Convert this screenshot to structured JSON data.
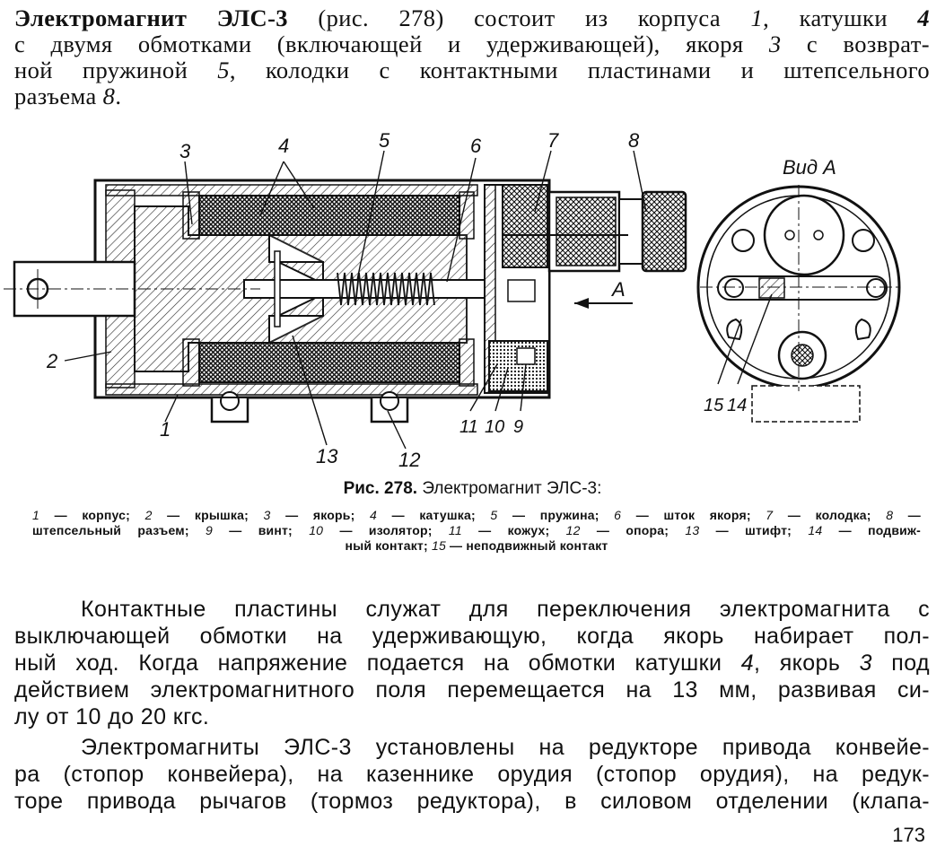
{
  "paragraph1": {
    "lead": "Электромагнит ЭЛС-3",
    "t1": " (рис. 278) состоит из корпуса ",
    "n1": "1",
    "t2": ", катушки ",
    "n4": "4",
    "line2": "с двумя обмотками (включающей и удерживающей), якоря ",
    "n3": "3",
    "t3": " с возврат-",
    "line3a": "ной пружиной ",
    "n5": "5",
    "line3b": ", колодки с контактными пластинами и штепсельного",
    "line4a": "разъема ",
    "n8": "8",
    "line4b": "."
  },
  "figure": {
    "labels": [
      "1",
      "2",
      "3",
      "4",
      "5",
      "6",
      "7",
      "8",
      "9",
      "10",
      "11",
      "12",
      "13",
      "14",
      "15"
    ],
    "view_label": "Вид А",
    "arrow_label": "А"
  },
  "caption": {
    "prefix": "Рис. 278.",
    "title": " Электромагнит ЭЛС-3:"
  },
  "legend": {
    "line1": [
      {
        "n": "1",
        "t": " — корпус; "
      },
      {
        "n": "2",
        "t": " — крышка; "
      },
      {
        "n": "3",
        "t": " — якорь; "
      },
      {
        "n": "4",
        "t": " — катушка; "
      },
      {
        "n": "5",
        "t": " — пружина; "
      },
      {
        "n": "6",
        "t": " — шток якоря; "
      },
      {
        "n": "7",
        "t": " — колодка; "
      },
      {
        "n": "8",
        "t": " —"
      }
    ],
    "line2": [
      {
        "n": "",
        "t": "штепсельный разъем; "
      },
      {
        "n": "9",
        "t": " — винт; "
      },
      {
        "n": "10",
        "t": " — изолятор; "
      },
      {
        "n": "11",
        "t": " — кожух; "
      },
      {
        "n": "12",
        "t": " — опора; "
      },
      {
        "n": "13",
        "t": " — штифт; "
      },
      {
        "n": "14",
        "t": " — подвиж-"
      }
    ],
    "line3": [
      {
        "n": "",
        "t": "ный контакт; "
      },
      {
        "n": "15",
        "t": " — неподвижный контакт"
      }
    ]
  },
  "paragraph2": {
    "l1": "Контактные пластины служат для переключения электромагнита с",
    "l2": "выключающей обмотки на удерживающую, когда якорь набирает пол-",
    "l3a": "ный ход. Когда напряжение подается на обмотки катушки ",
    "l3n4": "4",
    "l3b": ", якорь ",
    "l3n3": "3",
    "l3c": " под",
    "l4": "действием электромагнитного поля перемещается на 13 мм, развивая си-",
    "l5": "лу от 10 до 20 кгс."
  },
  "paragraph3": {
    "l1": "Электромагниты ЭЛС-3 установлены на редукторе привода конвейе-",
    "l2": "ра (стопор конвейера), на казеннике орудия (стопор орудия), на редук-",
    "l3": "торе привода рычагов (тормоз редуктора), в силовом отделении (клапа-"
  },
  "page_number": "173"
}
